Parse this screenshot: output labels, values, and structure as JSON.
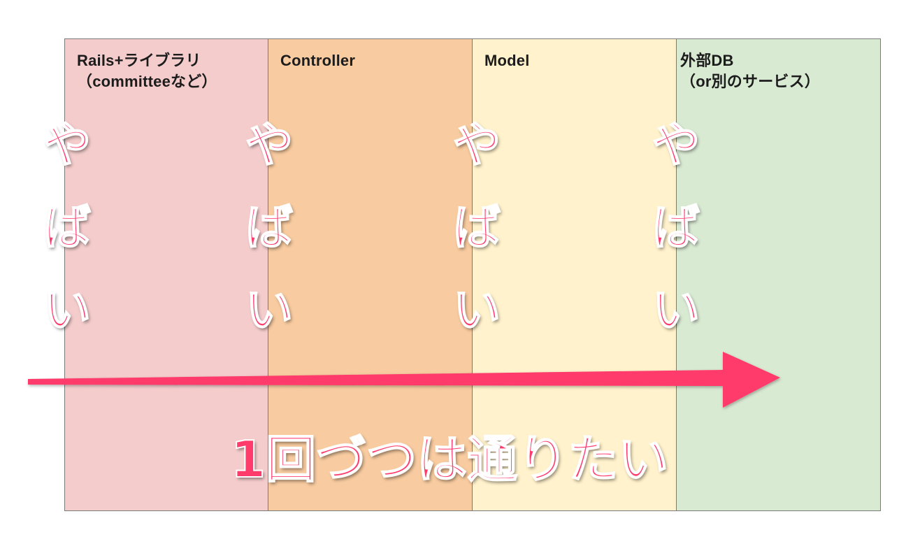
{
  "columns": [
    {
      "label": "Rails+ライブラリ\n（committeeなど）",
      "color": "#f4cccc"
    },
    {
      "label": "Controller",
      "color": "#f8cba0"
    },
    {
      "label": "Model",
      "color": "#fff2cc"
    },
    {
      "label": "外部DB\n（or別のサービス）",
      "color": "#d9ead3"
    }
  ],
  "warning_chars": [
    "や",
    "ば",
    "い"
  ],
  "caption": "1回づつは通りたい",
  "accent_color": "#ff3b6c"
}
